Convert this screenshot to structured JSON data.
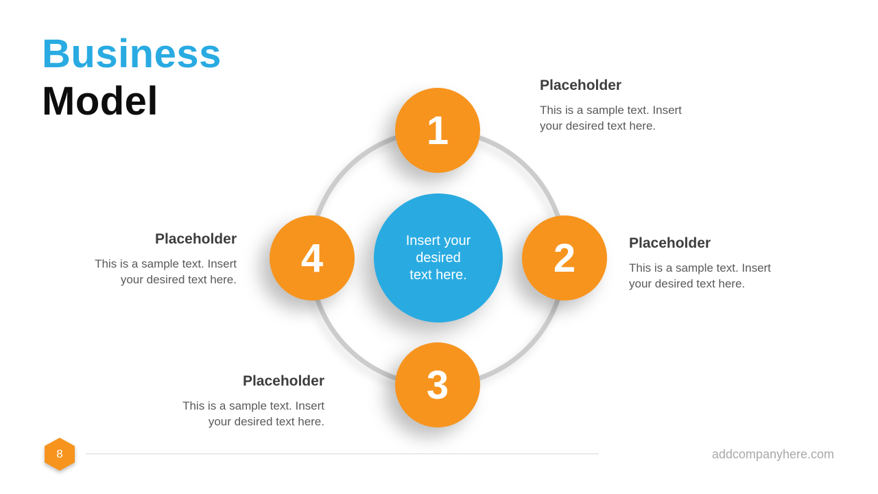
{
  "slide": {
    "title_line1": "Business",
    "title_line2": "Model",
    "page_number": "8",
    "website": "addcompanyhere.com"
  },
  "center_circle": {
    "line1": "Insert your",
    "line2": "desired",
    "line3": "text here."
  },
  "steps": [
    {
      "number": "1",
      "heading": "Placeholder",
      "body_line1": "This is a sample text. Insert",
      "body_line2": "your desired text here."
    },
    {
      "number": "2",
      "heading": "Placeholder",
      "body_line1": "This is a sample text. Insert",
      "body_line2": "your desired text here."
    },
    {
      "number": "3",
      "heading": "Placeholder",
      "body_line1": "This is a sample text. Insert",
      "body_line2": "your desired text here."
    },
    {
      "number": "4",
      "heading": "Placeholder",
      "body_line1": "This is a sample text. Insert",
      "body_line2": "your desired text here."
    }
  ],
  "colors": {
    "accent_blue": "#29ABE2",
    "accent_orange": "#F7941E",
    "title_black": "#0D0D0D",
    "ring_gray": "#CCCCCC",
    "heading_gray": "#3D3D3D",
    "body_gray": "#595959",
    "footer_gray": "#A8A8A8"
  }
}
